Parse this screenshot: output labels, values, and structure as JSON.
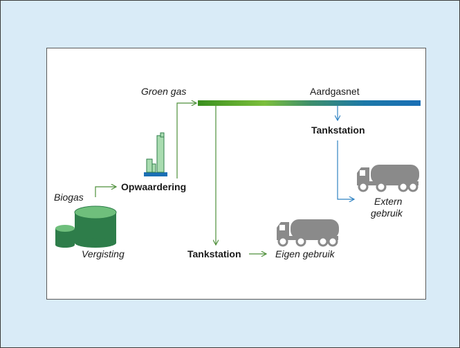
{
  "labels": {
    "groen_gas": "Groen gas",
    "aardgasnet": "Aardgasnet",
    "tankstation_top": "Tankstation",
    "biogas": "Biogas",
    "opwaardering": "Opwaardering",
    "vergisting": "Vergisting",
    "extern_line1": "Extern",
    "extern_line2": "gebruik",
    "tankstation_bottom": "Tankstation",
    "eigen_gebruik": "Eigen gebruik"
  },
  "colors": {
    "background": "#d9ebf7",
    "green_arrow": "#4e8f3a",
    "blue_arrow": "#2f82c2",
    "pipeline_start": "#3a8f1e",
    "pipeline_mid": "#7cbf3c",
    "pipeline_end": "#1a6fb5",
    "digester": "#2e7d4a",
    "upgrader": "#a9dcb0",
    "truck": "#8a8a8a"
  },
  "icons": [
    "digester-icon",
    "upgrading-plant-icon",
    "truck-icon"
  ]
}
